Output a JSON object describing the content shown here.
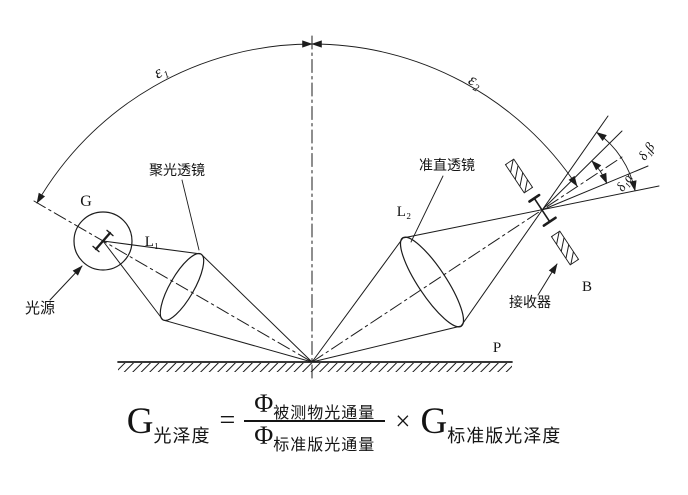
{
  "colors": {
    "ink": "#1c1c1c",
    "background": "#ffffff"
  },
  "diagram": {
    "angle_epsilon1": "ε₁",
    "angle_epsilon2": "ε₂",
    "angle_delta_beta": "δ₁β",
    "angle_delta_alpha": "δ₁α",
    "source_letter": "G",
    "source_label": "光源",
    "condenser_label": "聚光透镜",
    "condenser_letter": "L₁",
    "collimator_label": "准直透镜",
    "collimator_letter": "L₂",
    "receiver_label": "接收器",
    "receiver_letter": "B",
    "plane_letter": "P"
  },
  "formula": {
    "lhs_base": "G",
    "lhs_sub": "光泽度",
    "equals": "=",
    "numerator_base": "Φ",
    "numerator_sub": "被测物光通量",
    "denominator_base": "Φ",
    "denominator_sub": "标准版光通量",
    "multiply": "×",
    "rhs_base": "G",
    "rhs_sub": "标准版光泽度"
  }
}
